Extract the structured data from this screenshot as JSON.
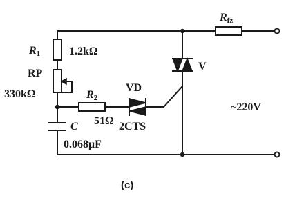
{
  "labels": {
    "r1_name": "R",
    "r1_sub": "1",
    "r1_value": "1.2kΩ",
    "rp_name": "RP",
    "rp_value": "330kΩ",
    "c_name": "C",
    "c_value": "0.068μF",
    "r2_name": "R",
    "r2_sub": "2",
    "r2_value": "51Ω",
    "vd_name": "VD",
    "vd_part": "2CTS",
    "triac_name": "V",
    "rfz_name": "R",
    "rfz_sub": "fz",
    "supply": "~220V",
    "caption": "(c)"
  }
}
